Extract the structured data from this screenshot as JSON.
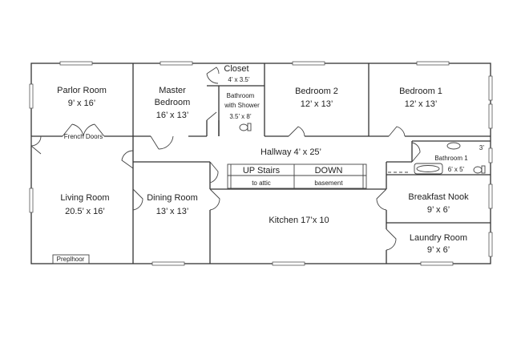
{
  "rooms": {
    "parlor": {
      "name": "Parlor Room",
      "size": "9’ x 16’"
    },
    "master": {
      "name1": "Master",
      "name2": "Bedroom",
      "size": "16’ x 13’"
    },
    "closet": {
      "name": "Closet",
      "size": "4’ x 3.5’"
    },
    "bath_shower": {
      "name1": "Bathroom",
      "name2": "with Shower",
      "size": "3.5’ x 8’"
    },
    "bedroom2": {
      "name": "Bedroom 2",
      "size": "12’ x 13’"
    },
    "bedroom1": {
      "name": "Bedroom 1",
      "size": "12’ x 13’"
    },
    "bathroom1": {
      "name": "Bathroom 1",
      "size": "6’ x 5’",
      "extra": "3’"
    },
    "hallway": {
      "label": "Hallway 4’ x 25’"
    },
    "up_stairs": {
      "name": "UP Stairs",
      "sub": "to attic"
    },
    "down_stairs": {
      "name": "DOWN",
      "sub": "basement"
    },
    "french_doors": {
      "label": "French Doors"
    },
    "living": {
      "name": "Living Room",
      "size": "20.5’ x 16’"
    },
    "dining": {
      "name": "Dining Room",
      "size": "13’ x 13’"
    },
    "kitchen": {
      "label": "Kitchen 17’x 10"
    },
    "breakfast": {
      "name": "Breakfast Nook",
      "size": "9’ x 6’"
    },
    "laundry": {
      "name": "Laundry Room",
      "size": "9’ x 6’"
    },
    "fireplace": {
      "label": "Preplhoor"
    }
  }
}
